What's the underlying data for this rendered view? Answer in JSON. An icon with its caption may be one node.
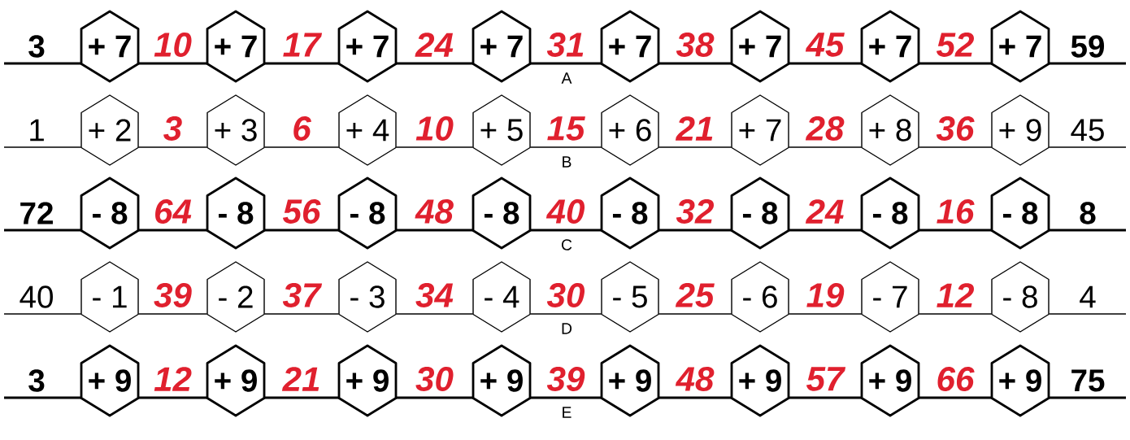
{
  "diagram": {
    "nodes": [
      {
        "text": [
          "+ 7"
        ]
      },
      {
        "text": [
          "+ 7"
        ]
      },
      {
        "text": [
          "+ 7"
        ]
      },
      {
        "text": [
          "+ 7"
        ]
      },
      {
        "text": [
          "+ 7"
        ]
      },
      {
        "text": [
          "+ 7"
        ]
      },
      {
        "text": [
          "+ 7"
        ]
      },
      {
        "text": [
          "+ 7"
        ]
      },
      {
        "text": [
          "+ 2"
        ]
      },
      {
        "text": [
          "+ 3"
        ]
      },
      {
        "text": [
          "+ 4"
        ]
      },
      {
        "text": [
          "+ 5"
        ]
      },
      {
        "text": [
          "+ 6"
        ]
      },
      {
        "text": [
          "+ 7"
        ]
      },
      {
        "text": [
          "+ 8"
        ]
      },
      {
        "text": [
          "+ 9"
        ]
      },
      {
        "text": [
          "- 8"
        ]
      },
      {
        "text": [
          "- 8"
        ]
      },
      {
        "text": [
          "- 8"
        ]
      },
      {
        "text": [
          "- 8"
        ]
      },
      {
        "text": [
          "- 8"
        ]
      },
      {
        "text": [
          "- 8"
        ]
      },
      {
        "text": [
          "- 8"
        ]
      },
      {
        "text": [
          "- 8"
        ]
      },
      {
        "text": [
          "- 1"
        ]
      },
      {
        "text": [
          "- 2"
        ]
      },
      {
        "text": [
          "- 3"
        ]
      },
      {
        "text": [
          "- 4"
        ]
      },
      {
        "text": [
          "- 5"
        ]
      },
      {
        "text": [
          "- 6"
        ]
      },
      {
        "text": [
          "- 7"
        ]
      },
      {
        "text": [
          "- 8"
        ]
      },
      {
        "text": [
          "+ 9"
        ]
      },
      {
        "text": [
          "+ 9"
        ]
      },
      {
        "text": [
          "+ 9"
        ]
      },
      {
        "text": [
          "+ 9"
        ]
      },
      {
        "text": [
          "+ 9"
        ]
      },
      {
        "text": [
          "+ 9"
        ]
      },
      {
        "text": [
          "+ 9"
        ]
      },
      {
        "text": [
          "+ 9"
        ]
      }
    ],
    "edges": [
      {
        "from": null,
        "to": 0,
        "arrow": "none"
      },
      {
        "from": 0,
        "to": 1,
        "arrow": "none"
      },
      {
        "from": 1,
        "to": 2,
        "arrow": "none"
      },
      {
        "from": 2,
        "to": 3,
        "arrow": "none"
      },
      {
        "from": 3,
        "to": 4,
        "arrow": "none"
      },
      {
        "from": 4,
        "to": 5,
        "arrow": "none"
      },
      {
        "from": 5,
        "to": 6,
        "arrow": "none"
      },
      {
        "from": 6,
        "to": 7,
        "arrow": "none"
      },
      {
        "from": 7,
        "to": null,
        "arrow": "none"
      },
      {
        "from": null,
        "to": 8,
        "arrow": "none"
      },
      {
        "from": 8,
        "to": 9,
        "arrow": "none"
      },
      {
        "from": 9,
        "to": 10,
        "arrow": "none"
      },
      {
        "from": 10,
        "to": 11,
        "arrow": "none"
      },
      {
        "from": 11,
        "to": 12,
        "arrow": "none"
      },
      {
        "from": 12,
        "to": 13,
        "arrow": "none"
      },
      {
        "from": 13,
        "to": 14,
        "arrow": "none"
      },
      {
        "from": 14,
        "to": 15,
        "arrow": "none"
      },
      {
        "from": 15,
        "to": null,
        "arrow": "none"
      },
      {
        "from": null,
        "to": 16,
        "arrow": "none"
      },
      {
        "from": 16,
        "to": 17,
        "arrow": "none"
      },
      {
        "from": 17,
        "to": 18,
        "arrow": "none"
      },
      {
        "from": 18,
        "to": 19,
        "arrow": "none"
      },
      {
        "from": 19,
        "to": 20,
        "arrow": "none"
      },
      {
        "from": 20,
        "to": 21,
        "arrow": "none"
      },
      {
        "from": 21,
        "to": 22,
        "arrow": "none"
      },
      {
        "from": 22,
        "to": 23,
        "arrow": "none"
      },
      {
        "from": 23,
        "to": null,
        "arrow": "none"
      },
      {
        "from": null,
        "to": 24,
        "arrow": "none"
      },
      {
        "from": 24,
        "to": 25,
        "arrow": "none"
      },
      {
        "from": 25,
        "to": 26,
        "arrow": "none"
      },
      {
        "from": 26,
        "to": 27,
        "arrow": "none"
      },
      {
        "from": 27,
        "to": 28,
        "arrow": "none"
      },
      {
        "from": 28,
        "to": 29,
        "arrow": "none"
      },
      {
        "from": 29,
        "to": 30,
        "arrow": "none"
      },
      {
        "from": 30,
        "to": 31,
        "arrow": "none"
      },
      {
        "from": 31,
        "to": null,
        "arrow": "none"
      },
      {
        "from": null,
        "to": 32,
        "arrow": "none"
      },
      {
        "from": 32,
        "to": 33,
        "arrow": "none"
      },
      {
        "from": 33,
        "to": 34,
        "arrow": "none"
      },
      {
        "from": 34,
        "to": 35,
        "arrow": "none"
      },
      {
        "from": 35,
        "to": 36,
        "arrow": "none"
      },
      {
        "from": 36,
        "to": 37,
        "arrow": "none"
      },
      {
        "from": 37,
        "to": 38,
        "arrow": "none"
      },
      {
        "from": 38,
        "to": 39,
        "arrow": "none"
      },
      {
        "from": 39,
        "to": null,
        "arrow": "none"
      }
    ],
    "labels": [
      "3",
      "10",
      "17",
      "24",
      "31",
      "38",
      "45",
      "52",
      "59",
      "A",
      "1",
      "3",
      "6",
      "10",
      "15",
      "21",
      "28",
      "36",
      "45",
      "B",
      "72",
      "64",
      "56",
      "48",
      "40",
      "32",
      "24",
      "16",
      "8",
      "C",
      "40",
      "39",
      "37",
      "34",
      "30",
      "25",
      "19",
      "12",
      "4",
      "D",
      "3",
      "12",
      "21",
      "30",
      "39",
      "48",
      "57",
      "66",
      "75",
      "E"
    ]
  }
}
